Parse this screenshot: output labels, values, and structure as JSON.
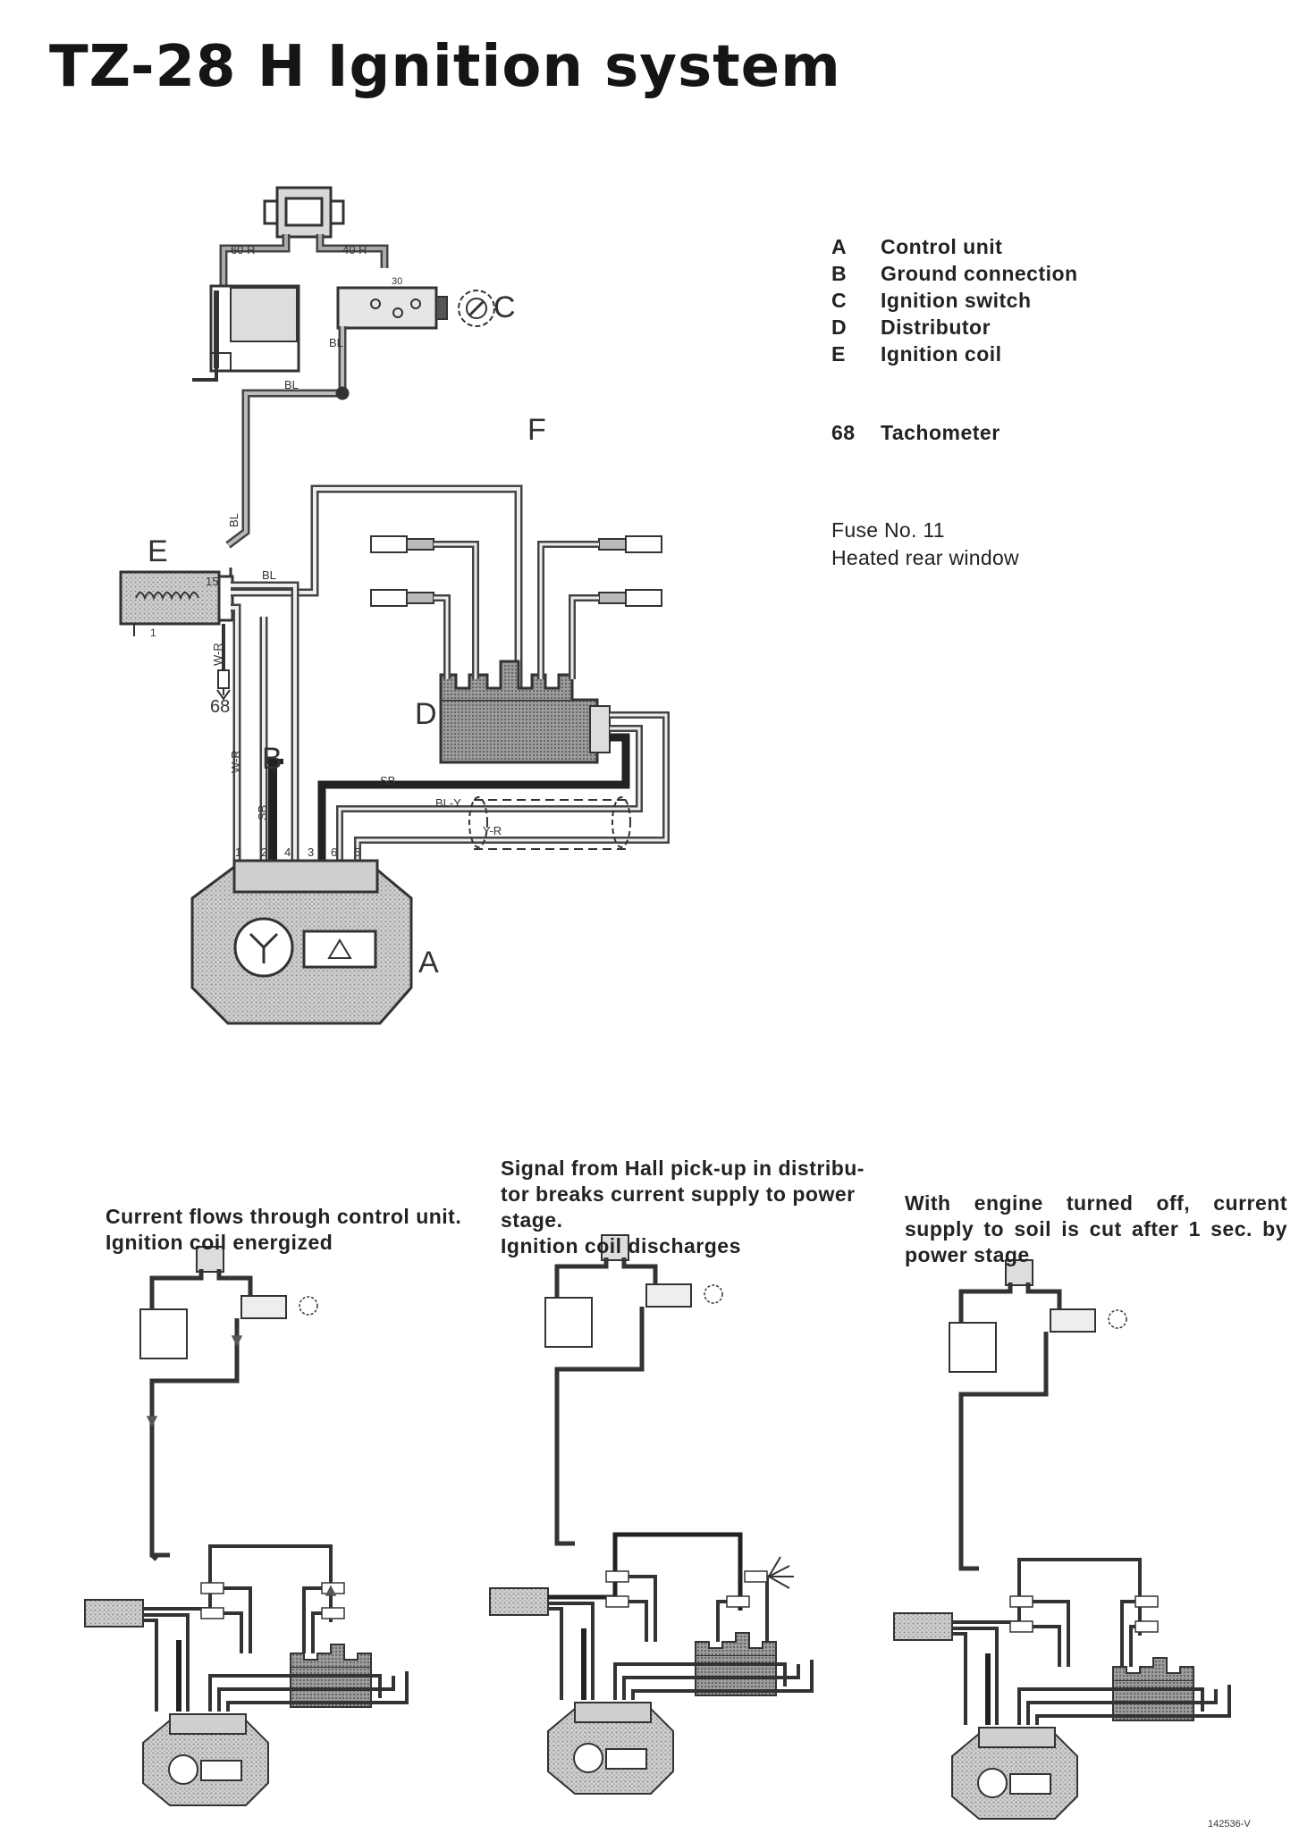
{
  "title": "TZ-28 H Ignition system",
  "legend": [
    {
      "key": "A",
      "label": "Control unit"
    },
    {
      "key": "B",
      "label": "Ground connection"
    },
    {
      "key": "C",
      "label": "Ignition switch"
    },
    {
      "key": "D",
      "label": "Distributor"
    },
    {
      "key": "E",
      "label": "Ignition coil"
    }
  ],
  "tachometer": {
    "key": "68",
    "label": "Tachometer"
  },
  "fuse": {
    "title": "Fuse No. 11",
    "desc": "Heated rear window"
  },
  "labels": {
    "A": "A",
    "B": "B",
    "C": "C",
    "D": "D",
    "E": "E",
    "F": "F",
    "w60R": "60 R",
    "w40R": "40 R",
    "wBL": "BL",
    "wWR": "W-R",
    "wSB": "SB",
    "wBLY": "BL-Y",
    "wYR": "Y-R",
    "t15": "15",
    "t30": "30",
    "t1": "1",
    "tach": "68",
    "pins": [
      "1",
      "2",
      "4",
      "3",
      "6",
      "5"
    ]
  },
  "captions": {
    "c1": [
      "Current flows through control unit.",
      "Ignition coil energized"
    ],
    "c2": [
      "Signal from Hall pick-up in distribu-",
      "tor breaks current supply to power",
      "stage.",
      "Ignition coil discharges"
    ],
    "c3": [
      "With engine turned off, current",
      "supply to soil is cut after 1 sec. by",
      "power stage"
    ]
  },
  "doc_number": "142536-V"
}
